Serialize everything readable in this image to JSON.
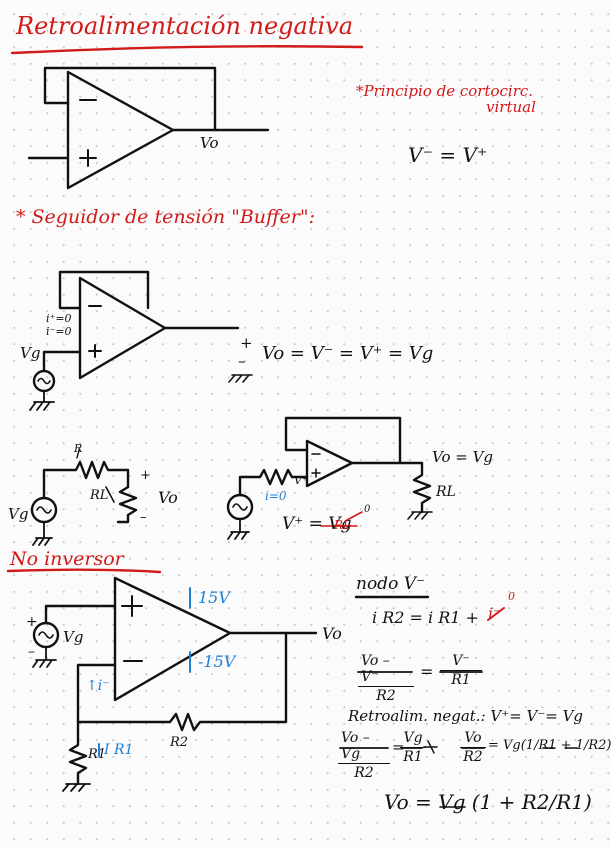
{
  "title": "Retroalimentación negativa",
  "principle": {
    "line1": "*Principio de cortocirc.",
    "line2": "virtual",
    "equation": "V⁻ = V⁺"
  },
  "buffer": {
    "heading": "* Seguidor de tensión \"Buffer\":",
    "currents": "i⁺=0",
    "currents2": "i⁻=0",
    "vo": "Vo",
    "vg": "Vg",
    "equation": "Vo = V⁻ = V⁺ = Vg",
    "plus": "+",
    "minus": "–"
  },
  "divider": {
    "r": "R",
    "rl": "RL",
    "vo": "Vo",
    "vg": "Vg",
    "plus": "+",
    "minus": "–"
  },
  "buffered": {
    "vo_eq": "Vo = Vg",
    "rl": "RL",
    "i0": "i=0",
    "vplus": "V⁺",
    "eq": "V⁺ = Vg",
    "struck": "RL",
    "zero": "0"
  },
  "inverting": {
    "heading": "No inversor",
    "plus15": "15V",
    "minus15": "-15V",
    "vg": "Vg",
    "vo": "Vo",
    "r1": "R1",
    "r2": "R2",
    "ir1": "I R1",
    "iminus": "↑i⁻",
    "plus": "+",
    "minus": "–"
  },
  "analysis": {
    "node": "nodo V⁻",
    "kcl_left": "i R2 = i R1 +",
    "kcl_i": "i⁻",
    "kcl_zero": "0",
    "eq1_num_l": "Vo – V⁻",
    "eq1_den_l": "R2",
    "eq1_num_r": "V⁻",
    "eq1_den_r": "R1",
    "retro": "Retroalim. negat.: V⁺= V⁻= Vg",
    "eq2_num_a": "Vo – Vg",
    "eq2_den_a": "R2",
    "eq2_num_b": "Vg",
    "eq2_den_b": "R1",
    "eq2_num_c": "Vo",
    "eq2_den_c": "R2",
    "eq2_tail": "= Vg(1/R1 + 1/R2)",
    "final": "Vo = Vg (1 + R2/R1)"
  }
}
